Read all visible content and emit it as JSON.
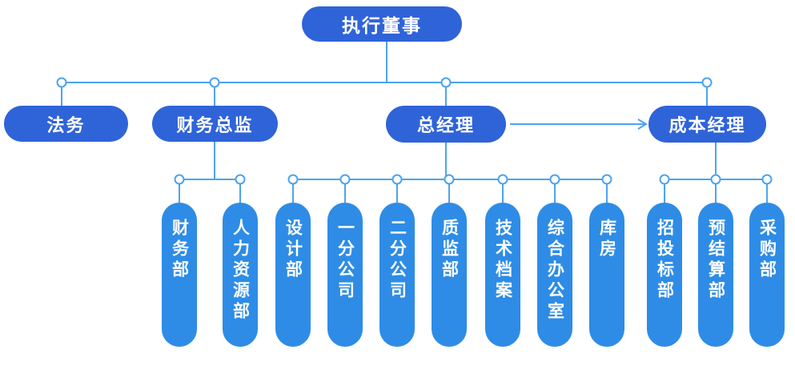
{
  "org": {
    "root": {
      "label": "执行董事"
    },
    "level2": [
      {
        "label": "法务"
      },
      {
        "label": "财务总监"
      },
      {
        "label": "总经理"
      },
      {
        "label": "成本经理"
      }
    ],
    "finance_children": [
      {
        "label": "财务部"
      },
      {
        "label": "人力资源部"
      }
    ],
    "gm_children": [
      {
        "label": "设计部"
      },
      {
        "label": "一分公司"
      },
      {
        "label": "二分公司"
      },
      {
        "label": "质监部"
      },
      {
        "label": "技术档案"
      },
      {
        "label": "综合办公室"
      },
      {
        "label": "库房"
      }
    ],
    "cost_children": [
      {
        "label": "招投标部"
      },
      {
        "label": "预结算部"
      },
      {
        "label": "采购部"
      }
    ],
    "relations": {
      "arrow_from": "总经理",
      "arrow_to": "成本经理"
    },
    "colors": {
      "node_primary": "#2f63d8",
      "node_secondary": "#2e8ce6",
      "connector": "#4da3ee",
      "text": "#ffffff"
    }
  }
}
